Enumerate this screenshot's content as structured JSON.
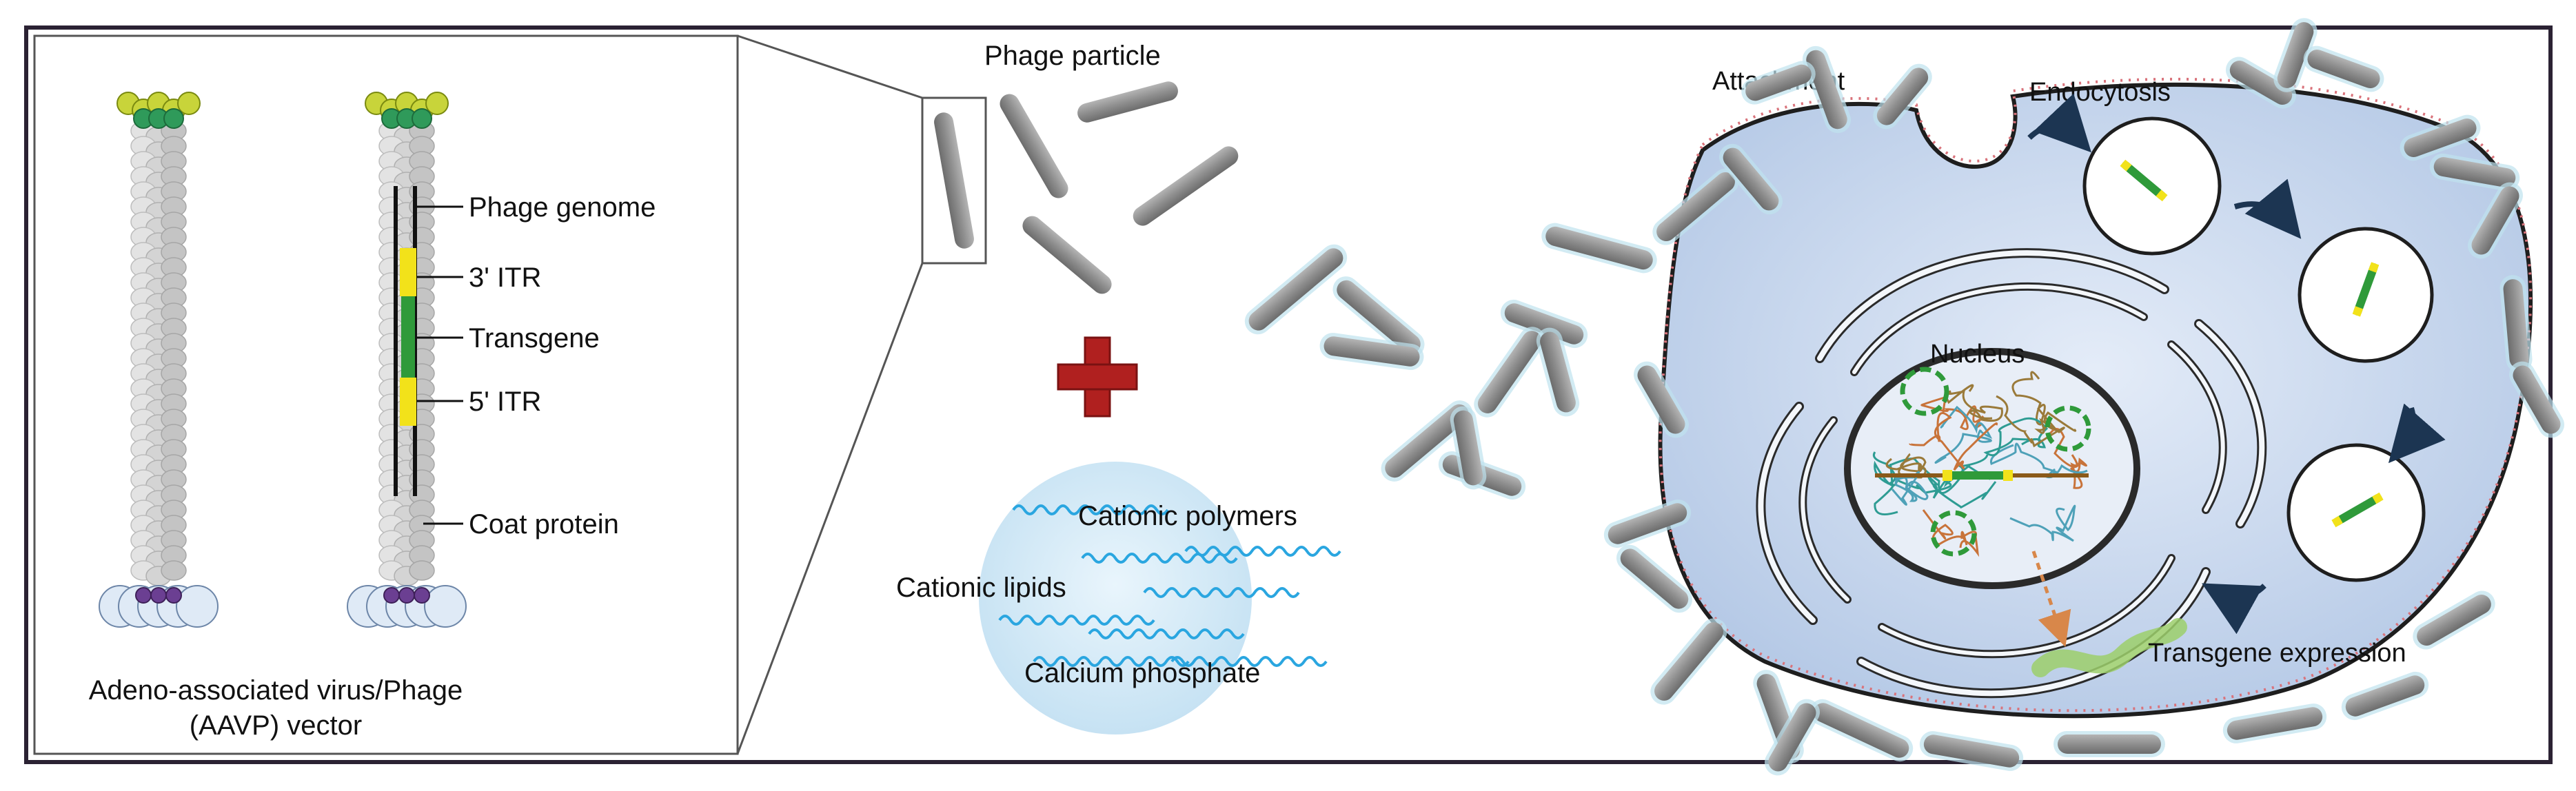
{
  "left_panel": {
    "caption_line1": "Adeno-associated virus/Phage",
    "caption_line2": "(AAVP) vector",
    "labels": {
      "phage_genome": "Phage genome",
      "itr3": "3' ITR",
      "transgene": "Transgene",
      "itr5": "5' ITR",
      "coat_protein": "Coat protein"
    }
  },
  "middle_panel": {
    "phage_particle": "Phage particle",
    "carriers": {
      "cationic_polymers": "Cationic polymers",
      "cationic_lipids": "Cationic lipids",
      "calcium_phosphate": "Calcium phosphate"
    }
  },
  "cell_panel": {
    "attachment": "Attachment",
    "endocytosis": "Endocytosis",
    "nucleus": "Nucleus",
    "transgene_expression": "Transgene expression"
  },
  "colors": {
    "frame": "#2b2233",
    "rod": "#8a8a8a",
    "rod_glow": "#bfe3ee",
    "cell_fill": "#c9d9ef",
    "cell_border": "#1e1e1e",
    "cell_dots": "#d9737b",
    "plus": "#b0201f",
    "transgene_green": "#2f9a3a",
    "itr_yellow": "#f2e21a",
    "complex_blue": "#2aa6e0",
    "arrow_dark": "#1c3552"
  }
}
